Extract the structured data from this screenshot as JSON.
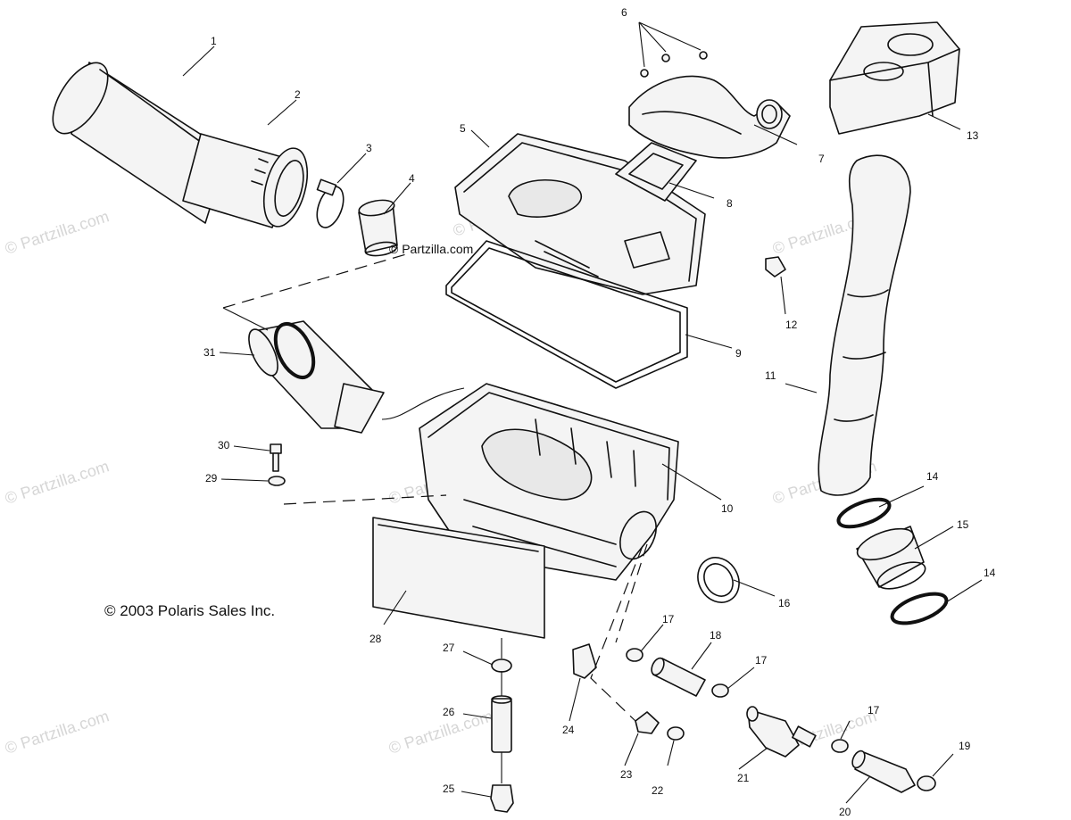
{
  "copyright": "© 2003 Polaris Sales Inc.",
  "watermark_text": "© Partzilla.com",
  "inline_watermark": "© Partzilla.com",
  "callouts": {
    "c1": "1",
    "c2": "2",
    "c3": "3",
    "c4": "4",
    "c5": "5",
    "c6": "6",
    "c7": "7",
    "c8": "8",
    "c9": "9",
    "c10": "10",
    "c11": "11",
    "c12": "12",
    "c13": "13",
    "c14a": "14",
    "c14b": "14",
    "c15": "15",
    "c16": "16",
    "c17a": "17",
    "c17b": "17",
    "c17c": "17",
    "c18": "18",
    "c19": "19",
    "c20": "20",
    "c21": "21",
    "c22": "22",
    "c23": "23",
    "c24": "24",
    "c25": "25",
    "c26": "26",
    "c27": "27",
    "c28": "28",
    "c29": "29",
    "c30": "30",
    "c31": "31"
  },
  "colors": {
    "line": "#111111",
    "watermark": "#d6d6d6",
    "background": "#ffffff"
  }
}
